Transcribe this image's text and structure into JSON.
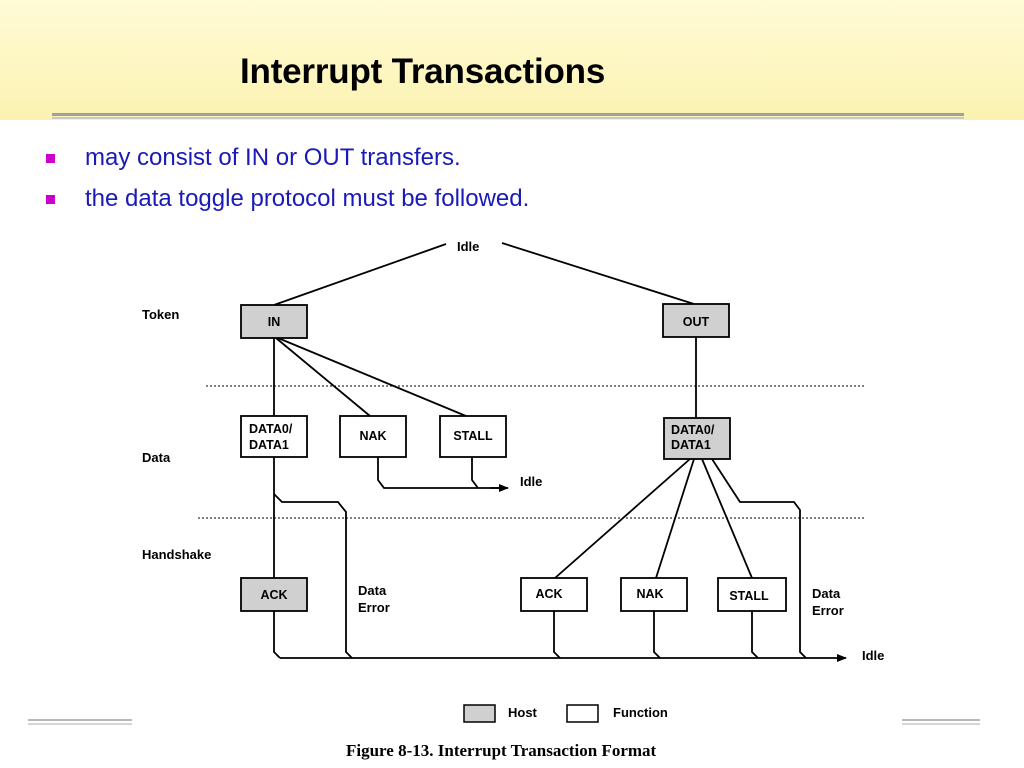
{
  "slide": {
    "title": "Interrupt Transactions",
    "bullets": [
      "may consist of IN or OUT transfers.",
      "the data toggle protocol must be followed."
    ]
  },
  "diagram": {
    "idle_top": "Idle",
    "idle_nak_stall": "Idle",
    "idle_bottom": "Idle",
    "row_labels": {
      "token": "Token",
      "data": "Data",
      "handshake": "Handshake"
    },
    "boxes": {
      "in_token": "IN",
      "out_token": "OUT",
      "in_data_line1": "DATA0/",
      "in_data_line2": "DATA1",
      "in_nak": "NAK",
      "in_stall": "STALL",
      "out_data_line1": "DATA0/",
      "out_data_line2": "DATA1",
      "in_ack": "ACK",
      "out_ack": "ACK",
      "out_nak": "NAK",
      "out_stall": "STALL"
    },
    "data_error_left_line1": "Data",
    "data_error_left_line2": "Error",
    "data_error_right_line1": "Data",
    "data_error_right_line2": "Error",
    "legend": {
      "host": "Host",
      "function": "Function"
    },
    "caption": "Figure 8-13.  Interrupt Transaction Format",
    "colors": {
      "host_fill": "#d0d0d0",
      "function_fill": "#ffffff"
    }
  }
}
